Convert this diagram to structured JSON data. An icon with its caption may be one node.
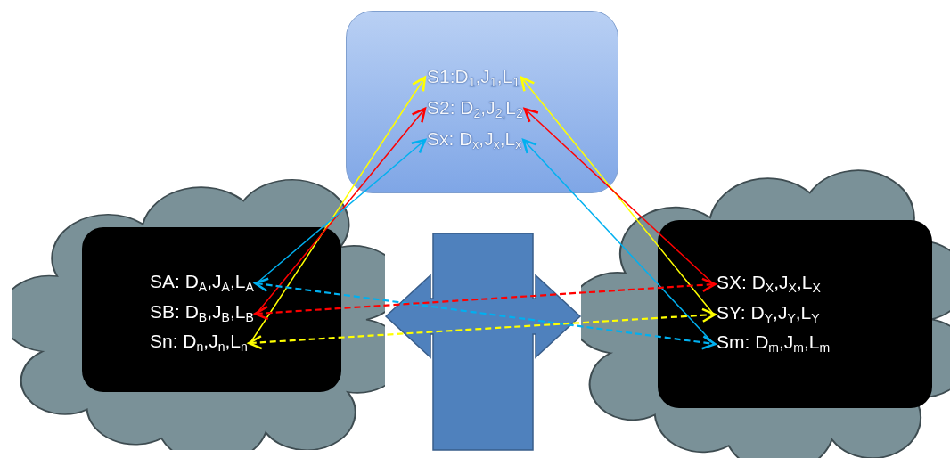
{
  "diagram": {
    "nodes": [
      {
        "text": [],
        "shape": "box"
      },
      {
        "text": [
          "S1:D$_{1}$,J$_{1}$,L$_{1}$"
        ],
        "in": 0
      },
      {
        "text": [
          "S2: D$_{2}$,J$_{2,}$L$_{2}$"
        ],
        "in": 0
      },
      {
        "text": [
          "Sx: D$_{x}$,J$_{x}$,L$_{x}$"
        ],
        "in": 0
      },
      {
        "text": [],
        "shape": "cloud"
      },
      {
        "text": [],
        "shape": "box",
        "in": 4
      },
      {
        "text": [
          "SA: D$_{A}$,J$_{A}$,L$_{A}$"
        ],
        "in": 5
      },
      {
        "text": [
          "SB: D$_{B}$,J$_{B}$,L$_{B}$"
        ],
        "in": 5
      },
      {
        "text": [
          "Sn: D$_{n}$,J$_{n}$,L$_{n}$"
        ],
        "in": 5
      },
      {
        "text": [],
        "shape": "cloud"
      },
      {
        "text": [],
        "shape": "box",
        "in": 9
      },
      {
        "text": [
          "SX: D$_{X}$,J$_{X}$,L$_{X}$"
        ],
        "in": 10
      },
      {
        "text": [
          "SY: D$_{Y}$,J$_{Y}$,L$_{Y}$"
        ],
        "in": 10
      },
      {
        "text": [
          "Sm: D$_{m}$,J$_{m}$,L$_{m}$"
        ],
        "in": 10
      }
    ],
    "edges": [
      {
        "from": 8,
        "to": 1,
        "arrow": "to",
        "color": "#ffff00"
      },
      {
        "from": 7,
        "to": 2,
        "arrow": "to",
        "color": "#ff0000"
      },
      {
        "from": 6,
        "to": 3,
        "arrow": "to",
        "color": "#00b0f0"
      },
      {
        "from": 12,
        "to": 1,
        "arrow": "to",
        "color": "#ffff00"
      },
      {
        "from": 11,
        "to": 2,
        "arrow": "to",
        "color": "#ff0000"
      },
      {
        "from": 13,
        "to": 3,
        "arrow": "to",
        "color": "#00b0f0"
      },
      {
        "from": 6,
        "to": 13,
        "arrow": "both",
        "style": "dashed",
        "color": "#00b0f0"
      },
      {
        "from": 7,
        "to": 11,
        "arrow": "both",
        "style": "dashed",
        "color": "#ff0000"
      },
      {
        "from": 8,
        "to": 12,
        "arrow": "both",
        "style": "dashed",
        "color": "#ffff00"
      },
      {
        "from": 4,
        "to": 9,
        "arrow": "both",
        "style": "thick",
        "color": "#4f81bd"
      }
    ]
  }
}
